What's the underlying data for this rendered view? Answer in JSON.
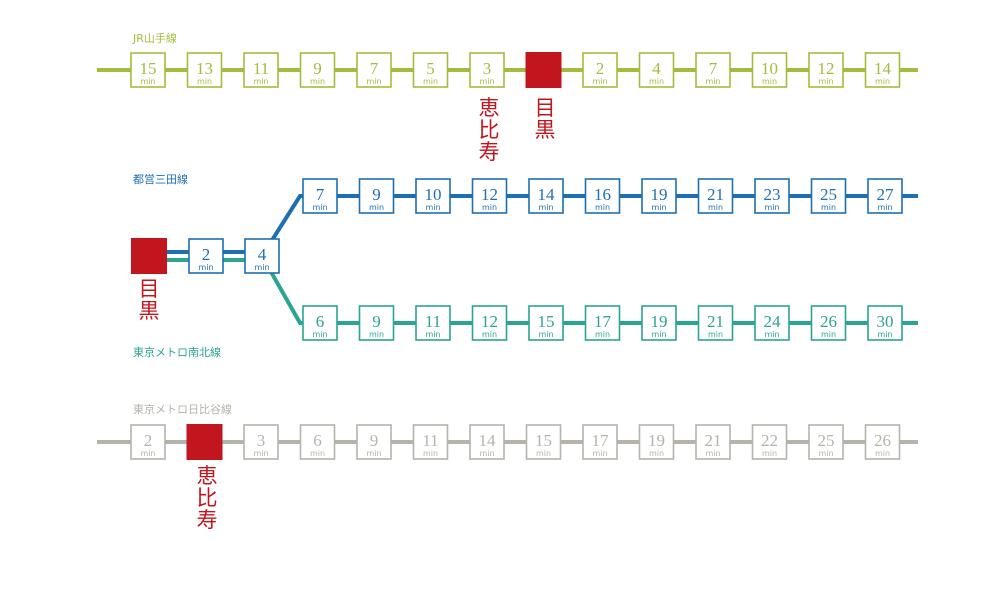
{
  "lines": {
    "yamanote": {
      "name": "JR山手線",
      "color": "#a2bd3c",
      "left": [
        "15",
        "13",
        "11",
        "9",
        "7",
        "5",
        "3"
      ],
      "right": [
        "2",
        "4",
        "7",
        "10",
        "12",
        "14"
      ],
      "station_below_left": "恵比寿",
      "station_below_hub": "目黒"
    },
    "mita": {
      "name": "都営三田線",
      "color": "#1d6fb2",
      "times": [
        "7",
        "9",
        "10",
        "12",
        "14",
        "16",
        "19",
        "21",
        "23",
        "25",
        "27"
      ]
    },
    "namboku": {
      "name": "東京メトロ南北線",
      "color": "#2aa493",
      "times": [
        "6",
        "9",
        "11",
        "12",
        "15",
        "17",
        "19",
        "21",
        "24",
        "26",
        "30"
      ]
    },
    "shared": {
      "times": [
        "2",
        "4"
      ],
      "station": "目黒"
    },
    "hibiya": {
      "name": "東京メトロ日比谷線",
      "color": "#b5b3aa",
      "left": [
        "2"
      ],
      "right": [
        "3",
        "6",
        "9",
        "11",
        "14",
        "15",
        "17",
        "19",
        "21",
        "22",
        "25",
        "26"
      ],
      "station": "恵比寿"
    }
  },
  "unit": "min",
  "station_color": "#c1161d"
}
